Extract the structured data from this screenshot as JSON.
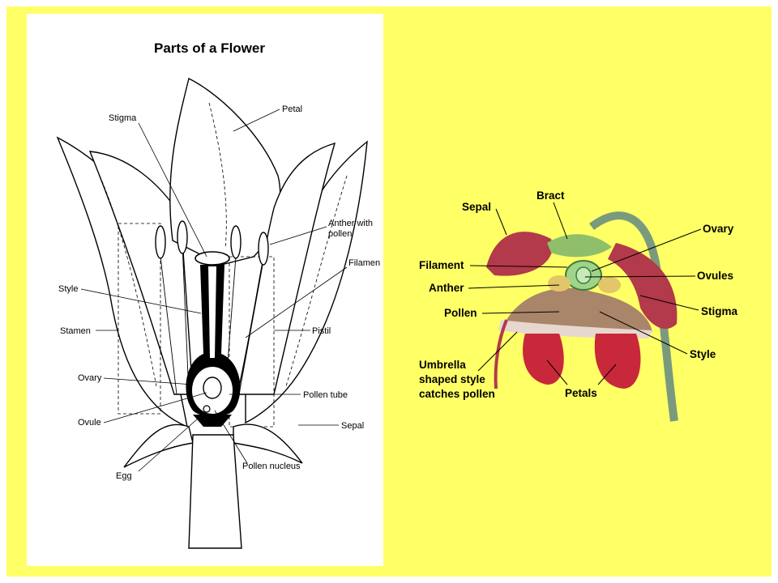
{
  "diagram": {
    "title": "Parts of a Flower",
    "labels": {
      "stigma": "Stigma",
      "petal": "Petal",
      "anther_with_pollen_1": "Anther with",
      "anther_with_pollen_2": "pollen",
      "filament": "Filamen",
      "style": "Style",
      "stamen": "Stamen",
      "pistil": "Pistil",
      "ovary": "Ovary",
      "pollen_tube": "Pollen tube",
      "ovule": "Ovule",
      "sepal": "Sepal",
      "egg": "Egg",
      "pollen_nucleus": "Pollen nucleus"
    }
  },
  "photo": {
    "labels": {
      "bract": "Bract",
      "sepal": "Sepal",
      "ovary": "Ovary",
      "filament": "Filament",
      "ovules": "Ovules",
      "anther": "Anther",
      "stigma": "Stigma",
      "pollen": "Pollen",
      "style": "Style",
      "umbrella_1": "Umbrella",
      "umbrella_2": "shaped style",
      "umbrella_3": "catches pollen",
      "petals": "Petals"
    }
  },
  "colors": {
    "background_yellow": "#ffff66",
    "petal_red": "#c8283a",
    "stem_green": "#7a9a7e"
  }
}
